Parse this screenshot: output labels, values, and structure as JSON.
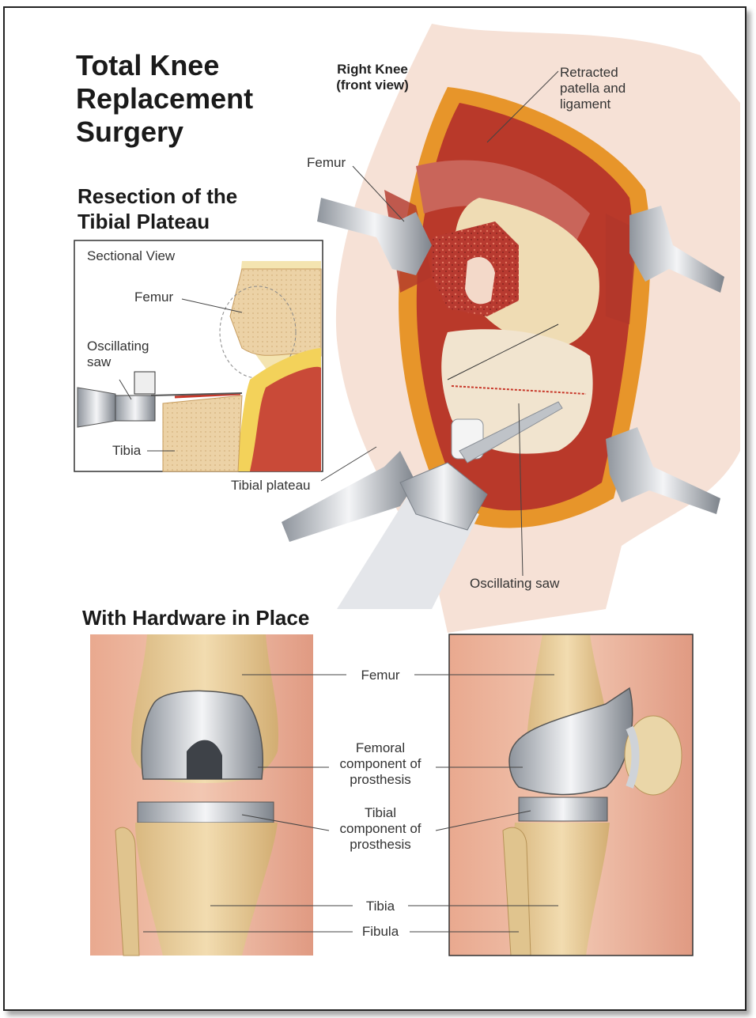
{
  "title": "Total Knee\nReplacement\nSurgery",
  "resection": {
    "heading": "Resection of the\nTibial Plateau",
    "sectional_label": "Sectional View",
    "femur": "Femur",
    "saw": "Oscillating\nsaw",
    "tibia": "Tibia"
  },
  "front_view": {
    "heading": "Right Knee\n(front view)",
    "retracted": "Retracted\npatella and\nligament",
    "femur": "Femur",
    "tibial_plateau": "Tibial plateau",
    "saw": "Oscillating saw"
  },
  "hardware": {
    "heading": "With Hardware in Place",
    "femur": "Femur",
    "femoral_component": "Femoral\ncomponent of\nprosthesis",
    "tibial_component": "Tibial\ncomponent of\nprosthesis",
    "tibia": "Tibia",
    "fibula": "Fibula"
  },
  "colors": {
    "bone": "#e8cfa0",
    "tissue": "#c8412e",
    "skin": "#eab49a",
    "metal": "#cfd3d8",
    "fat": "#f0b030"
  }
}
